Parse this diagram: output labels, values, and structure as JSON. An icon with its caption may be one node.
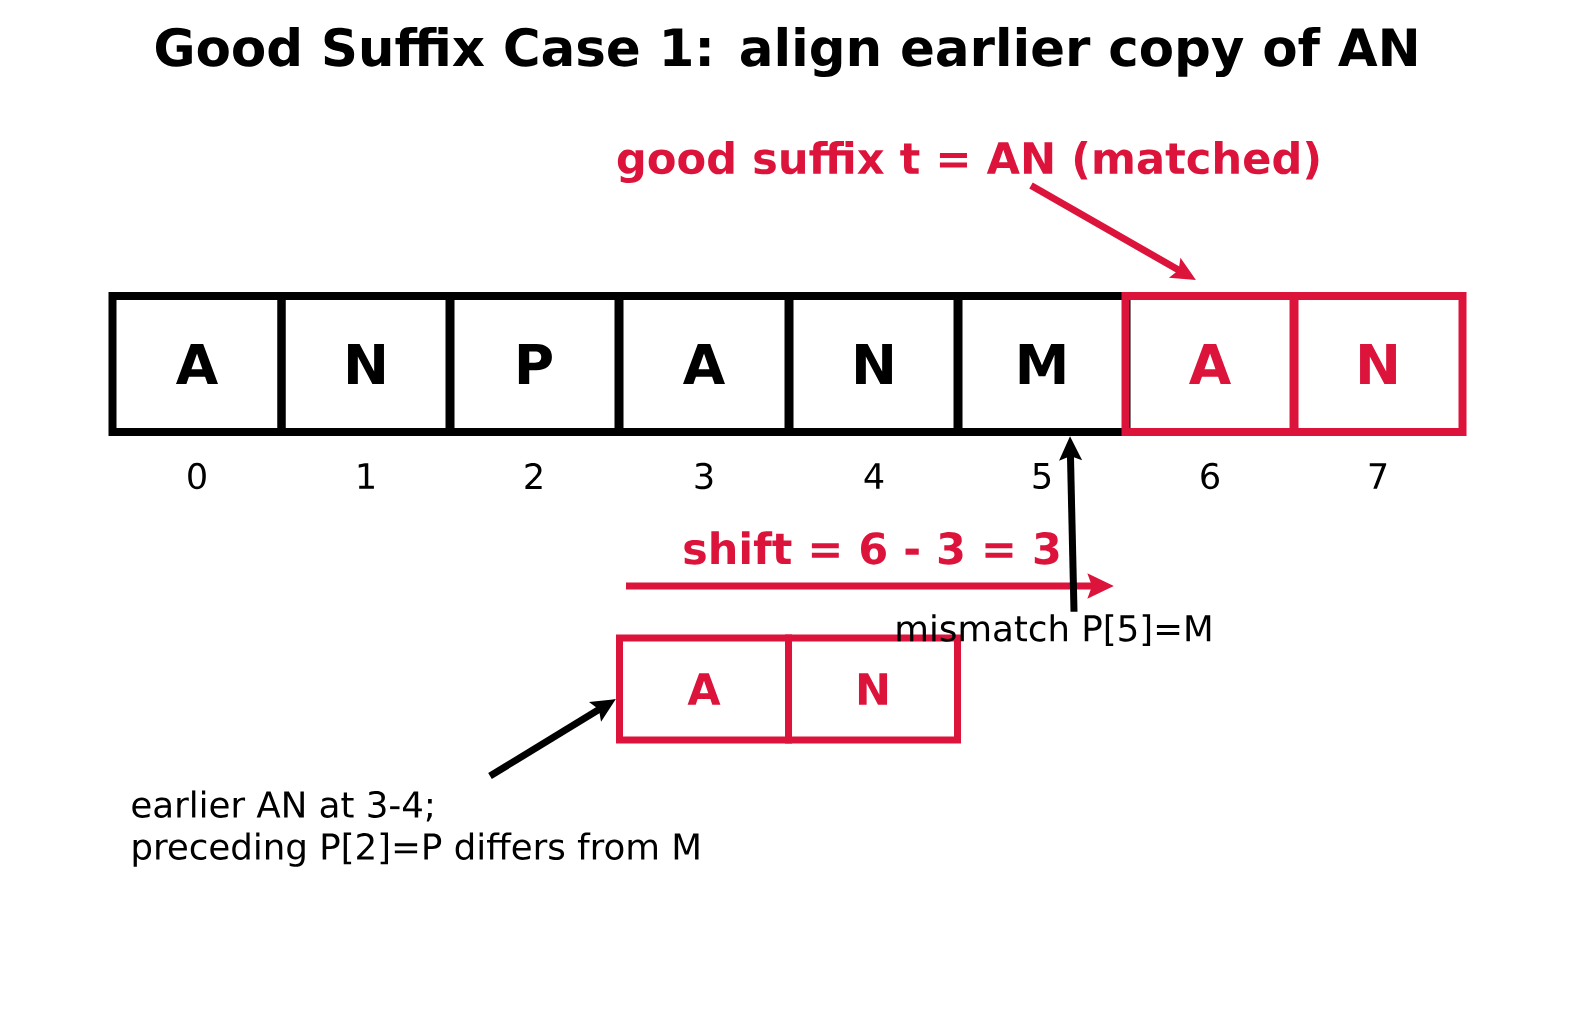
{
  "diagram": {
    "title": "Good Suffix Case 1: align earlier copy of AN",
    "nodes": [
      {
        "text": [
          "A"
        ]
      },
      {
        "text": [
          "N"
        ]
      },
      {
        "text": [
          "P"
        ]
      },
      {
        "text": [
          "A"
        ]
      },
      {
        "text": [
          "N"
        ]
      },
      {
        "text": [
          "M"
        ]
      },
      {
        "text": [
          "A"
        ]
      },
      {
        "text": [
          "N"
        ]
      },
      {
        "text": [
          "A"
        ]
      },
      {
        "text": [
          "N"
        ]
      },
      {
        "text": [
          "good suffix t = AN (matched)"
        ]
      },
      {
        "text": [
          "mismatch P[5]=M"
        ]
      },
      {
        "text": [
          "earlier AN at 3-4; preceding P[2]=P differs from M"
        ]
      }
    ],
    "edges": [
      {
        "from": 10,
        "to": 6,
        "arrow": "to",
        "color": "#dc143c"
      },
      {
        "from": 11,
        "to": 5,
        "arrow": "to"
      },
      {
        "from": 12,
        "to": 8,
        "arrow": "to"
      }
    ],
    "labels": [
      "0",
      "1",
      "2",
      "3",
      "4",
      "5",
      "6",
      "7",
      "shift = 6 - 3 = 3"
    ]
  }
}
